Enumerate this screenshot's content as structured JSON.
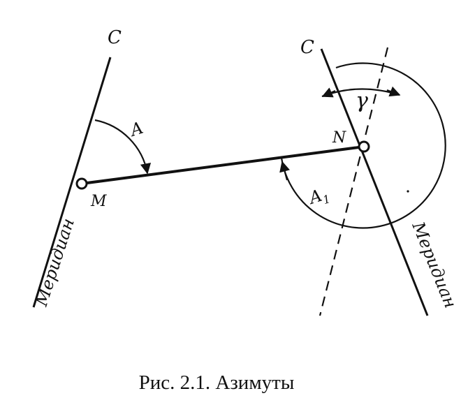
{
  "figure": {
    "caption": "Рис. 2.1. Азимуты",
    "labels": {
      "north_left": "C",
      "north_right": "C",
      "point_m": "M",
      "point_n": "N",
      "azimuth_a": "A",
      "azimuth_a1": "A",
      "azimuth_a1_sub": "1",
      "convergence": "γ",
      "meridian_left": "Меридиан",
      "meridian_right": "Меридиан"
    },
    "colors": {
      "ink": "#111111",
      "background": "#ffffff"
    }
  }
}
